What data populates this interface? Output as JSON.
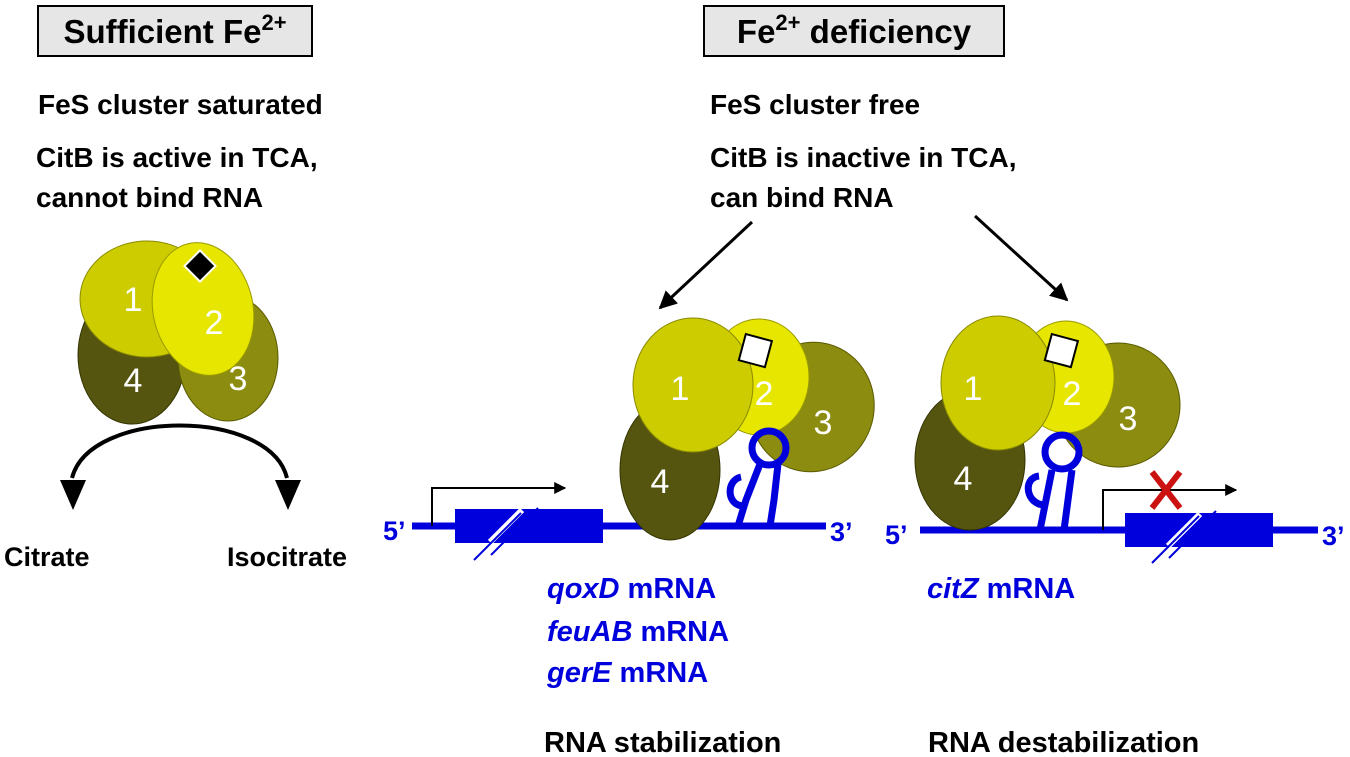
{
  "colors": {
    "dna_blue": "#0000dd",
    "subunit1": "#cccc00",
    "subunit2": "#e6e600",
    "subunit3": "#8c8c10",
    "subunit4": "#555510",
    "box_fill": "#e6e6e6",
    "cross_red": "#cc1111"
  },
  "left_panel": {
    "header": {
      "prefix": "Sufficient Fe",
      "superscript": "2+"
    },
    "status_line": "FeS cluster saturated",
    "activity_line1": "CitB is active in TCA,",
    "activity_line2": "cannot bind RNA",
    "subunits": [
      "1",
      "2",
      "3",
      "4"
    ],
    "substrate_label": "Citrate",
    "product_label": "Isocitrate"
  },
  "right_panel": {
    "header": {
      "prefix": "Fe",
      "superscript": "2+",
      "suffix": " deficiency"
    },
    "status_line": "FeS cluster free",
    "activity_line1": "CitB is inactive in TCA,",
    "activity_line2": "can bind RNA",
    "stabilized_side": {
      "subunits": [
        "1",
        "2",
        "3",
        "4"
      ],
      "five_prime": "5’",
      "three_prime": "3’",
      "mrnas": [
        {
          "gene": "qoxD",
          "suffix": " mRNA"
        },
        {
          "gene": "feuAB",
          "suffix": " mRNA"
        },
        {
          "gene": "gerE",
          "suffix": " mRNA"
        }
      ],
      "outcome": "RNA stabilization"
    },
    "destabilized_side": {
      "subunits": [
        "1",
        "2",
        "3",
        "4"
      ],
      "five_prime": "5’",
      "three_prime": "3’",
      "mrnas": [
        {
          "gene": "citZ",
          "suffix": " mRNA"
        }
      ],
      "outcome": "RNA destabilization"
    }
  }
}
